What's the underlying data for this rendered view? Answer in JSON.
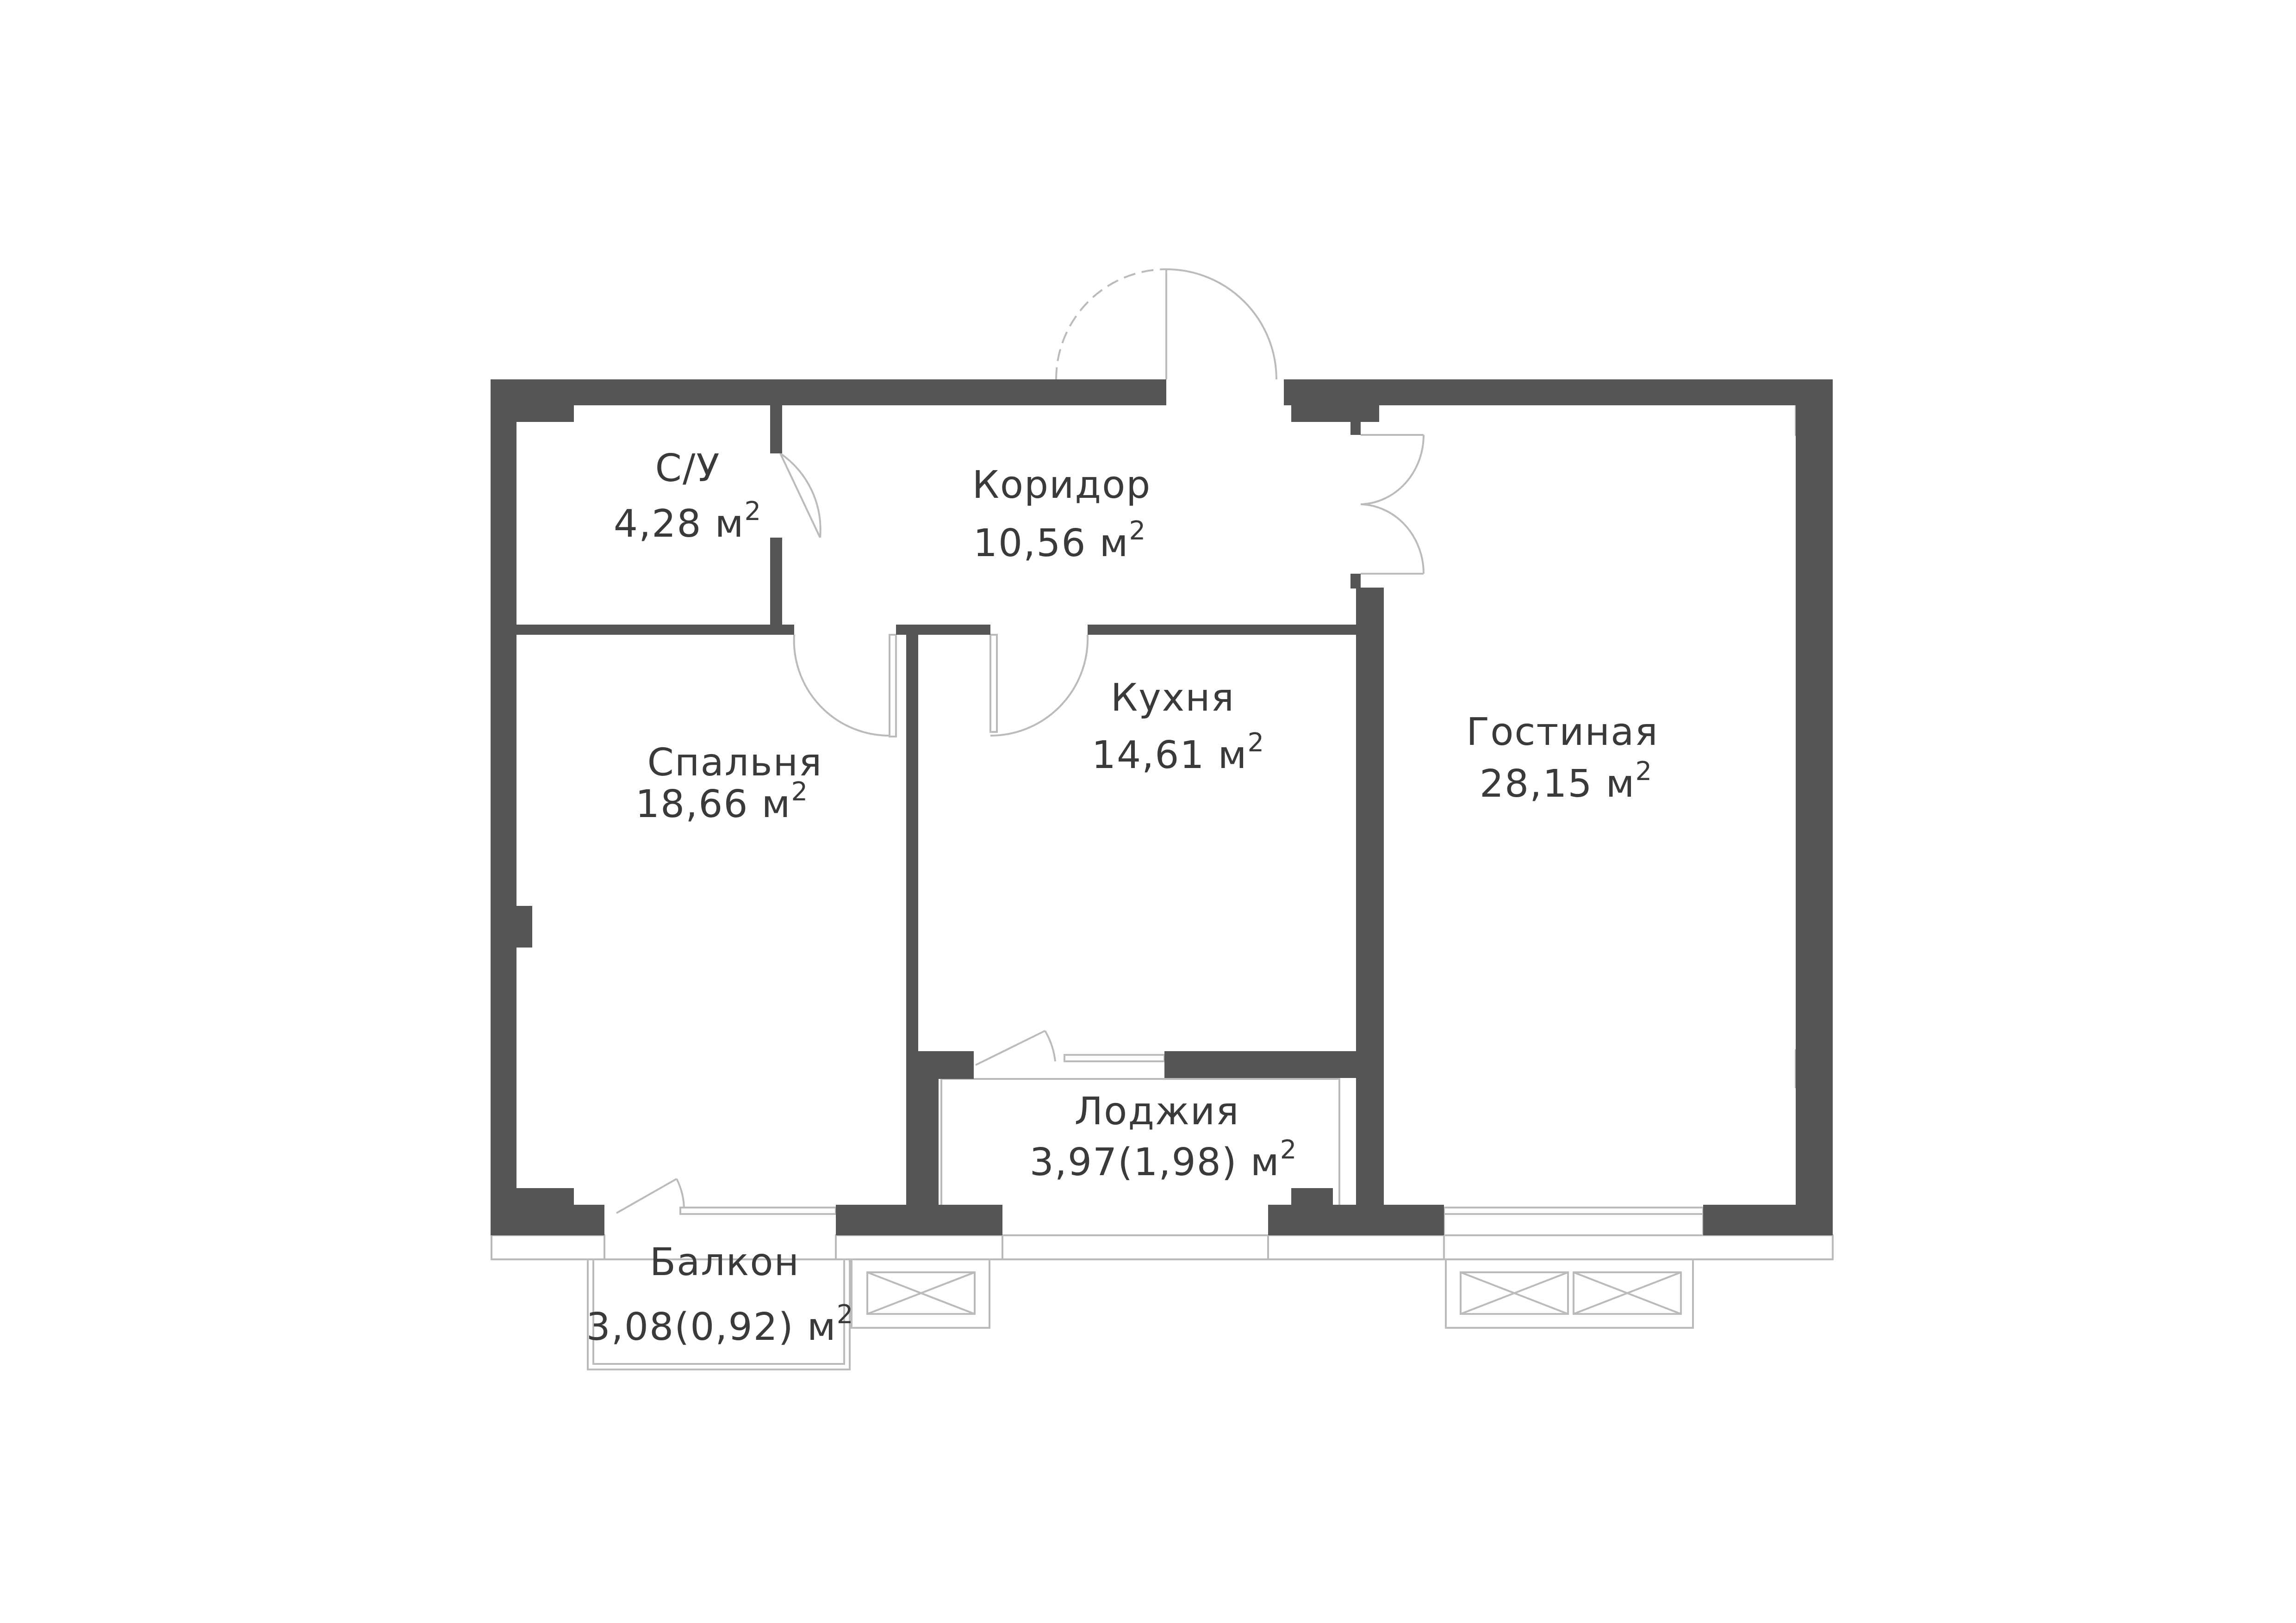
{
  "colors": {
    "wall": "#555555",
    "thin_line": "#bbbbbb",
    "text": "#3a3a3a",
    "background": "#ffffff"
  },
  "rooms": [
    {
      "id": "su",
      "name": "С/У",
      "area": "4,28 м",
      "sup": "2"
    },
    {
      "id": "corridor",
      "name": "Коридор",
      "area": "10,56 м",
      "sup": "2"
    },
    {
      "id": "kitchen",
      "name": "Кухня",
      "area": "14,61 м",
      "sup": "2"
    },
    {
      "id": "living",
      "name": "Гостиная",
      "area": "28,15 м",
      "sup": "2"
    },
    {
      "id": "bedroom",
      "name": "Спальня",
      "area": "18,66 м",
      "sup": "2"
    },
    {
      "id": "loggia",
      "name": "Лоджия",
      "area": "3,97(1,98) м",
      "sup": "2"
    },
    {
      "id": "balcony",
      "name": "Балкон",
      "area": "3,08(0,92) м",
      "sup": "2"
    }
  ]
}
